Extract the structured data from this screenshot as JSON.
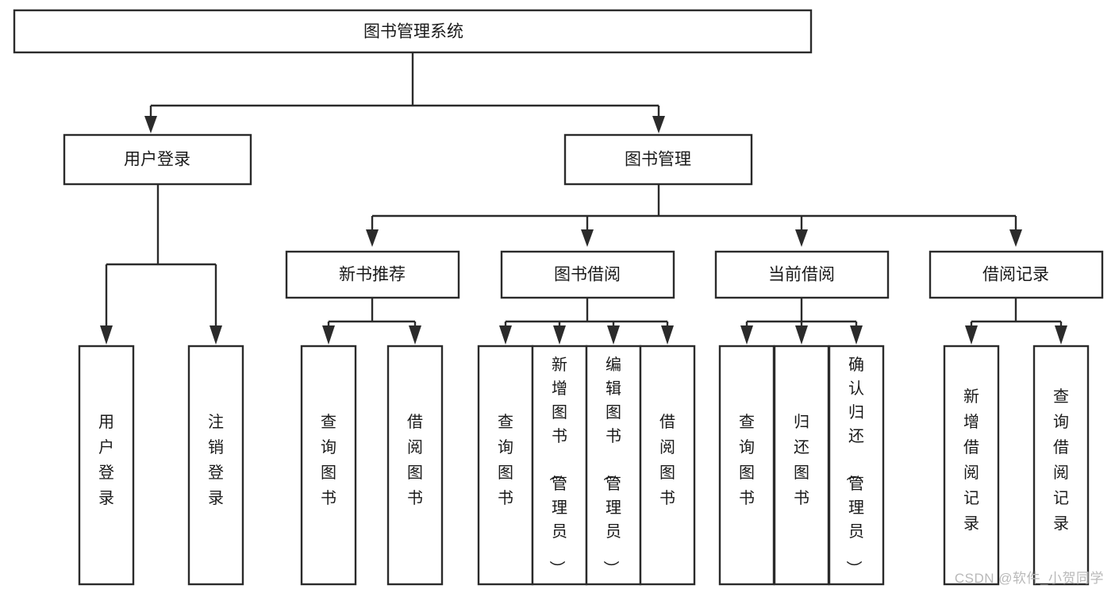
{
  "diagram": {
    "title": "图书管理系统",
    "type": "tree-hierarchy",
    "root": {
      "id": "root",
      "label": "图书管理系统",
      "orientation": "horizontal"
    },
    "level2": [
      {
        "id": "user-login",
        "label": "用户登录",
        "orientation": "horizontal"
      },
      {
        "id": "book-management",
        "label": "图书管理",
        "orientation": "horizontal"
      }
    ],
    "level3": [
      {
        "id": "new-book-recommend",
        "label": "新书推荐",
        "orientation": "horizontal",
        "parent": "book-management"
      },
      {
        "id": "book-borrow",
        "label": "图书借阅",
        "orientation": "horizontal",
        "parent": "book-management"
      },
      {
        "id": "current-borrow",
        "label": "当前借阅",
        "orientation": "horizontal",
        "parent": "book-management"
      },
      {
        "id": "borrow-record",
        "label": "借阅记录",
        "orientation": "horizontal",
        "parent": "book-management"
      }
    ],
    "leaves": [
      {
        "id": "leaf-user-login",
        "label": "用户登录",
        "orientation": "vertical",
        "parent": "user-login",
        "chars": [
          "用",
          "户",
          "登",
          "录"
        ]
      },
      {
        "id": "leaf-logout",
        "label": "注销登录",
        "orientation": "vertical",
        "parent": "user-login",
        "chars": [
          "注",
          "销",
          "登",
          "录"
        ]
      },
      {
        "id": "leaf-query-book-1",
        "label": "查询图书",
        "orientation": "vertical",
        "parent": "new-book-recommend",
        "chars": [
          "查",
          "询",
          "图",
          "书"
        ]
      },
      {
        "id": "leaf-borrow-book-1",
        "label": "借阅图书",
        "orientation": "vertical",
        "parent": "new-book-recommend",
        "chars": [
          "借",
          "阅",
          "图",
          "书"
        ]
      },
      {
        "id": "leaf-query-book-2",
        "label": "查询图书",
        "orientation": "vertical",
        "parent": "book-borrow",
        "chars": [
          "查",
          "询",
          "图",
          "书"
        ]
      },
      {
        "id": "leaf-add-book",
        "label": "新增图书（管理员）",
        "orientation": "vertical",
        "parent": "book-borrow",
        "chars": [
          "新",
          "增",
          "图",
          "书",
          "（",
          "管",
          "理",
          "员",
          "）"
        ]
      },
      {
        "id": "leaf-edit-book",
        "label": "编辑图书（管理员）",
        "orientation": "vertical",
        "parent": "book-borrow",
        "chars": [
          "编",
          "辑",
          "图",
          "书",
          "（",
          "管",
          "理",
          "员",
          "）"
        ]
      },
      {
        "id": "leaf-borrow-book-2",
        "label": "借阅图书",
        "orientation": "vertical",
        "parent": "book-borrow",
        "chars": [
          "借",
          "阅",
          "图",
          "书"
        ]
      },
      {
        "id": "leaf-query-book-3",
        "label": "查询图书",
        "orientation": "vertical",
        "parent": "current-borrow",
        "chars": [
          "查",
          "询",
          "图",
          "书"
        ]
      },
      {
        "id": "leaf-return-book",
        "label": "归还图书",
        "orientation": "vertical",
        "parent": "current-borrow",
        "chars": [
          "归",
          "还",
          "图",
          "书"
        ]
      },
      {
        "id": "leaf-confirm-return",
        "label": "确认归还（管理员）",
        "orientation": "vertical",
        "parent": "current-borrow",
        "chars": [
          "确",
          "认",
          "归",
          "还",
          "（",
          "管",
          "理",
          "员",
          "）"
        ]
      },
      {
        "id": "leaf-add-record",
        "label": "新增借阅记录",
        "orientation": "vertical",
        "parent": "borrow-record",
        "chars": [
          "新",
          "增",
          "借",
          "阅",
          "记",
          "录"
        ]
      },
      {
        "id": "leaf-query-record",
        "label": "查询借阅记录",
        "orientation": "vertical",
        "parent": "borrow-record",
        "chars": [
          "查",
          "询",
          "借",
          "阅",
          "记",
          "录"
        ]
      }
    ],
    "colors": {
      "stroke": "#2b2b2b",
      "fill": "#ffffff",
      "text": "#1a1a1a",
      "watermark": "#b9b9b9"
    }
  },
  "watermark": {
    "text": "CSDN @软件_小贺同学"
  }
}
